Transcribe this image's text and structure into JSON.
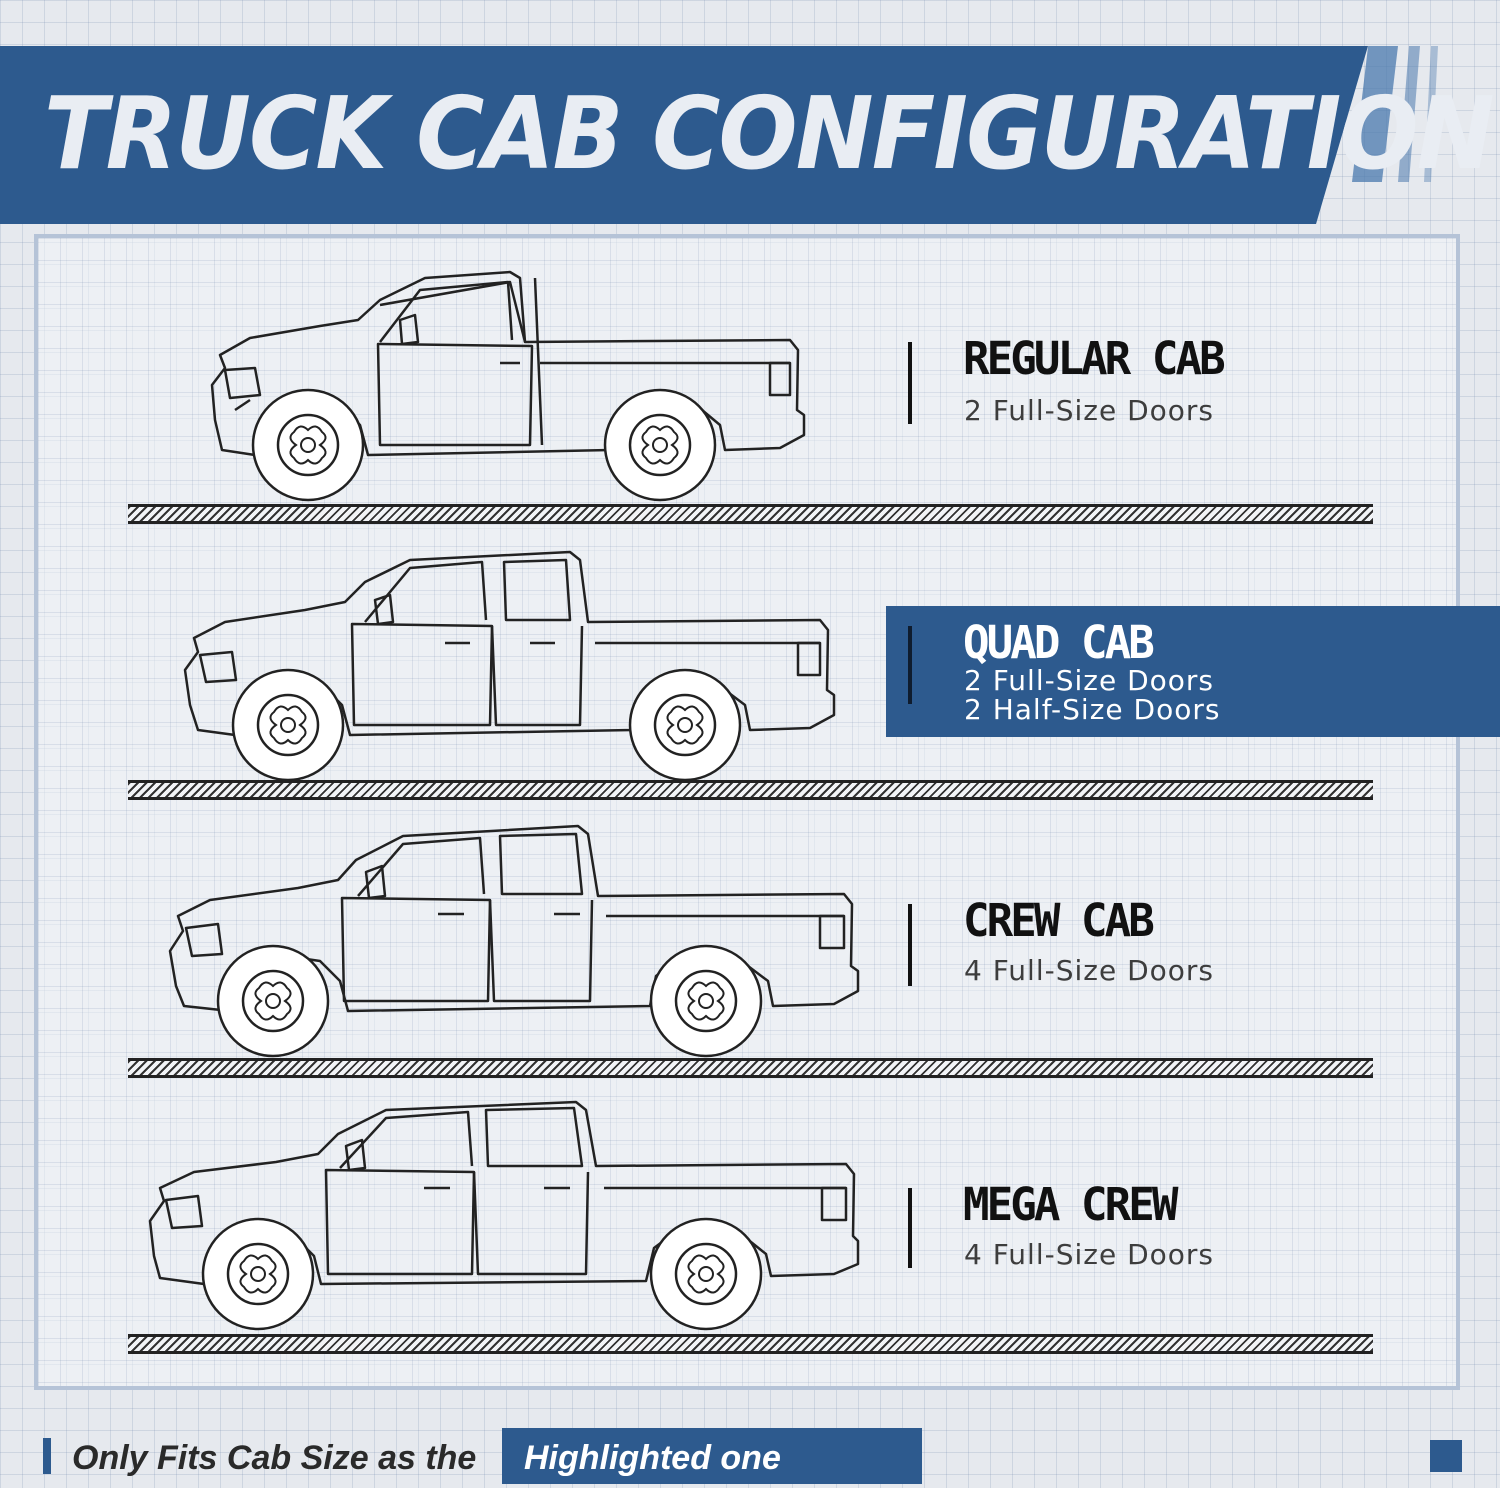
{
  "header": {
    "title": "TRUCK CAB CONFIGURATION"
  },
  "cabs": [
    {
      "name": "REGULAR CAB",
      "doors": [
        "2 Full-Size Doors"
      ],
      "highlighted": false,
      "cab_type": "regular"
    },
    {
      "name": "QUAD CAB",
      "doors": [
        "2 Full-Size Doors",
        "2 Half-Size Doors"
      ],
      "highlighted": true,
      "cab_type": "quad"
    },
    {
      "name": "CREW CAB",
      "doors": [
        "4 Full-Size Doors"
      ],
      "highlighted": false,
      "cab_type": "crew"
    },
    {
      "name": "MEGA CREW",
      "doors": [
        "4 Full-Size Doors"
      ],
      "highlighted": false,
      "cab_type": "mega"
    }
  ],
  "footer": {
    "note": "Only Fits Cab Size as the",
    "highlight": "Highlighted one"
  },
  "colors": {
    "brand_blue": "#2d5a8e",
    "stripe_blue": "#4a78ad",
    "panel_border": "#b5c3d7",
    "line_art": "#222222"
  }
}
